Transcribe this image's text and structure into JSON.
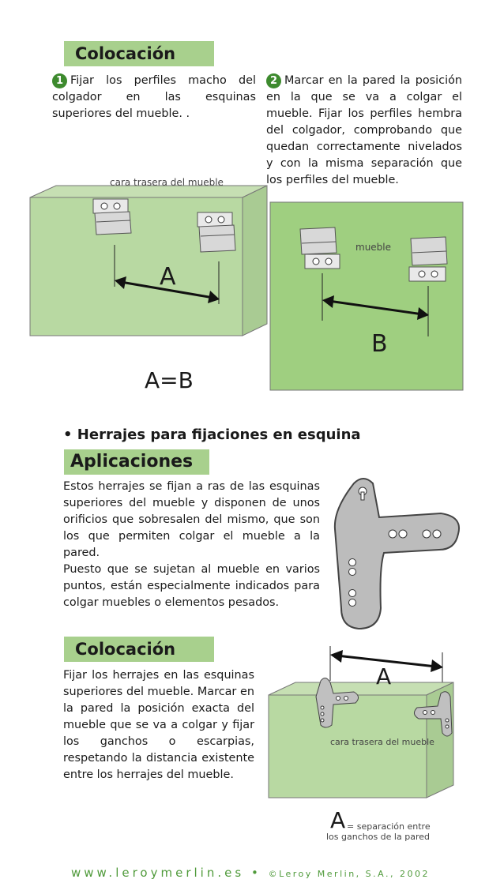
{
  "section1": {
    "heading": "Colocación",
    "step1": {
      "number": "1",
      "text": "Fijar los perfiles macho del colgador en las esquinas superiores del mueble. ."
    },
    "step2": {
      "number": "2",
      "text": "Marcar en la pared la posición en la que se va a colgar el mueble. Fijar los perfiles hembra del colgador, comprobando que quedan correctamente nivelados y con la misma separación que los perfiles del mueble."
    },
    "fig1": {
      "label": "cara trasera del mueble",
      "dim": "A"
    },
    "fig2": {
      "label": "mueble",
      "dim": "B"
    },
    "equation": "A=B"
  },
  "section2": {
    "title": "Herrajes para fijaciones en esquina",
    "bullet": "•",
    "applications_heading": "Aplicaciones",
    "applications_text": "Estos herrajes se fijan a ras de las esquinas superiores del mueble y disponen de unos orificios que sobresalen del mismo, que son los que permiten colgar el mueble a la pared.\nPuesto que se sujetan al mueble en varios puntos, están especialmente indicados para colgar muebles o elementos pesados.",
    "placement_heading": "Colocación",
    "placement_text": "Fijar los herrajes en las esquinas superiores del mueble. Marcar en la pared la posición exacta del mueble que se va a colgar y fijar los ganchos o escarpias, respetando la distancia existente entre los herrajes del mueble.",
    "fig3": {
      "label": "cara trasera del mueble",
      "dim": "A",
      "caption_letter": "A",
      "caption_line1": "= separación entre",
      "caption_line2": "los ganchos de la pared"
    }
  },
  "footer": {
    "site": "www.leroymerlin.es",
    "separator": "•",
    "copyright": "©Leroy Merlin, S.A., 2002"
  },
  "colors": {
    "accent_green": "#a8d08d",
    "badge_green": "#3d8a2e",
    "wall_green": "#9fcf80",
    "footer_green": "#4f9a3a"
  }
}
